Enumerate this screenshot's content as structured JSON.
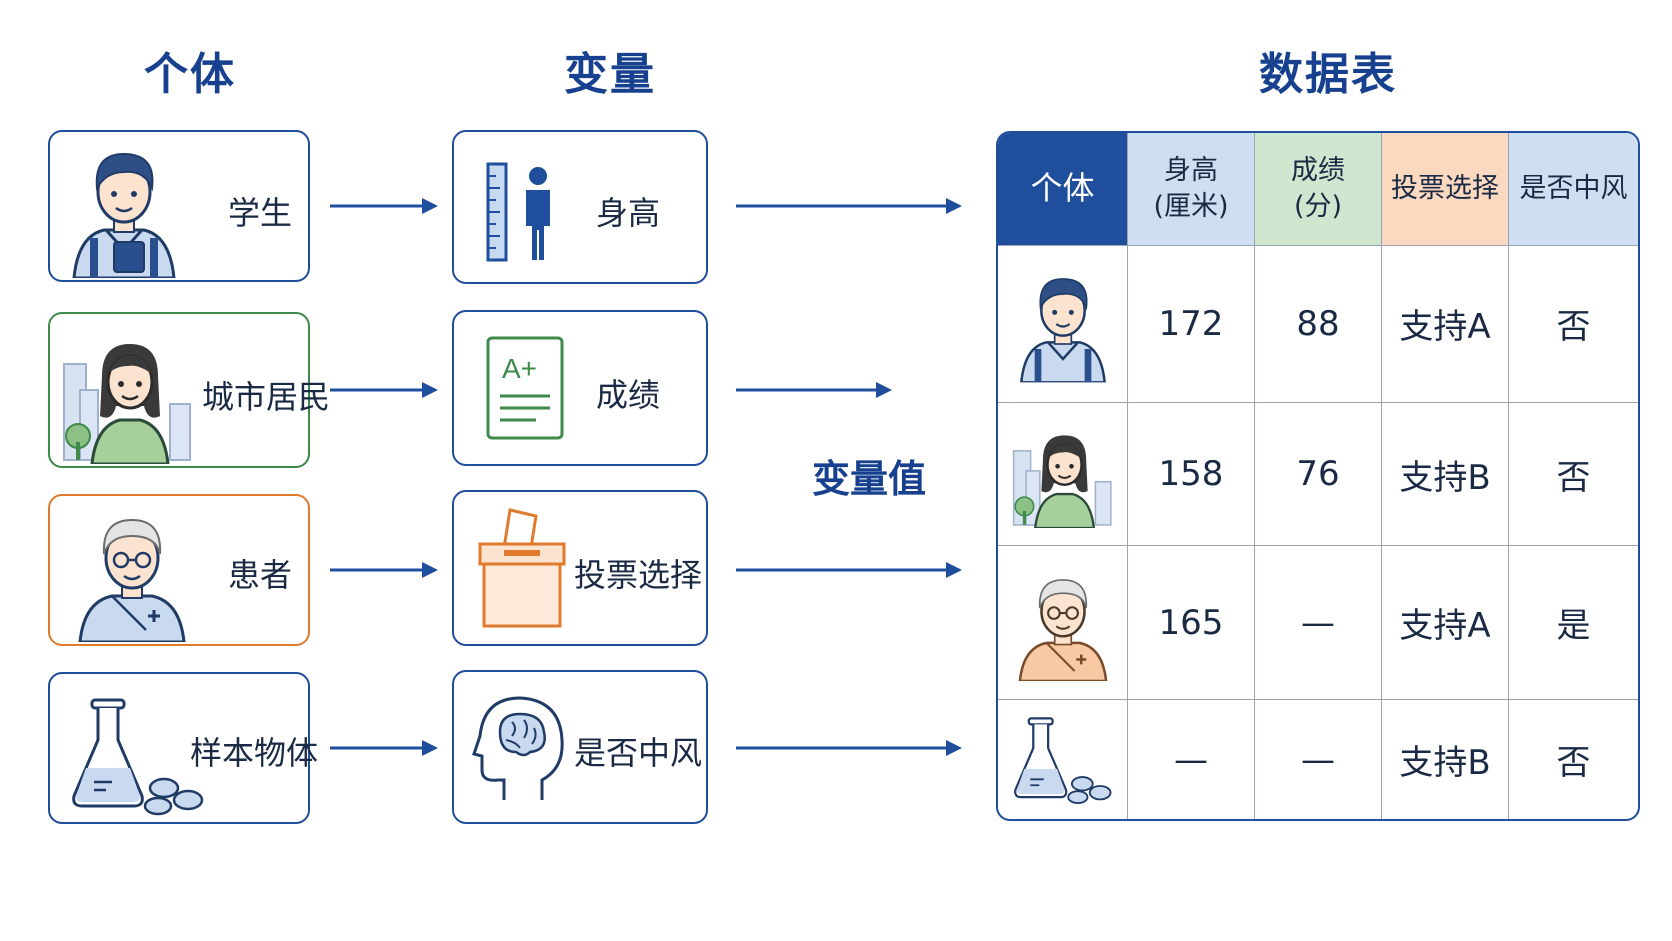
{
  "titles": {
    "individuals": "个体",
    "variables": "变量",
    "datatable": "数据表"
  },
  "individuals": [
    {
      "label": "学生",
      "border": "#1f4e9c"
    },
    {
      "label": "城市居民",
      "border": "#3d8a4a"
    },
    {
      "label": "患者",
      "border": "#e07a2c"
    },
    {
      "label": "样本物体",
      "border": "#1f4e9c"
    }
  ],
  "variables": [
    {
      "label": "身高",
      "icon": "height-ruler-icon"
    },
    {
      "label": "成绩",
      "icon": "grade-sheet-icon",
      "grade": "A+"
    },
    {
      "label": "投票选择",
      "icon": "ballot-box-icon"
    },
    {
      "label": "是否中风",
      "icon": "brain-head-icon"
    }
  ],
  "variable_value_label": "变量值",
  "table": {
    "headers": [
      {
        "line1": "个体",
        "line2": "",
        "bg": "#1f4e9c",
        "color": "#ffffff"
      },
      {
        "line1": "身高",
        "line2": "(厘米)",
        "bg": "#cfdff2",
        "color": "#1b2a44"
      },
      {
        "line1": "成绩",
        "line2": "(分)",
        "bg": "#cfe6cf",
        "color": "#1b2a44"
      },
      {
        "line1": "投票选择",
        "line2": "",
        "bg": "#fad9c0",
        "color": "#1b2a44"
      },
      {
        "line1": "是否中风",
        "line2": "",
        "bg": "#cfdff2",
        "color": "#1b2a44"
      }
    ],
    "rows": [
      {
        "avatar": "student-avatar-icon",
        "cells": [
          "172",
          "88",
          "支持A",
          "否"
        ]
      },
      {
        "avatar": "resident-avatar-icon",
        "cells": [
          "158",
          "76",
          "支持B",
          "否"
        ]
      },
      {
        "avatar": "patient-avatar-icon",
        "cells": [
          "165",
          "—",
          "支持A",
          "是"
        ]
      },
      {
        "avatar": "flask-icon",
        "cells": [
          "—",
          "—",
          "支持B",
          "否"
        ]
      }
    ]
  },
  "colors": {
    "primary": "#1f4e9c",
    "green": "#3d8a4a",
    "orange": "#e07a2c",
    "light_blue": "#cfdff2"
  }
}
